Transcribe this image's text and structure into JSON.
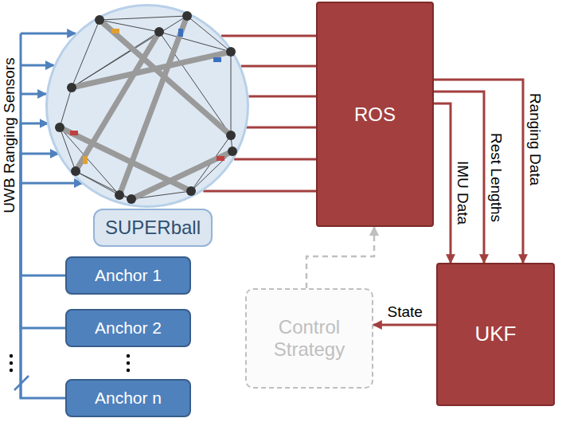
{
  "diagram": {
    "nodes": [
      {
        "text": [
          "SUPERball"
        ]
      },
      {
        "text": [
          "ROS"
        ]
      },
      {
        "text": [
          "Anchor 1"
        ]
      },
      {
        "text": [
          "Anchor 2"
        ]
      },
      {
        "text": [
          "Anchor n"
        ]
      },
      {
        "text": [
          "Control Strategy"
        ]
      },
      {
        "text": [
          "UKF"
        ]
      }
    ],
    "edges": [
      {
        "from": 2,
        "to": 0,
        "arrow": "to"
      },
      {
        "from": 3,
        "to": 0,
        "arrow": "to"
      },
      {
        "from": 4,
        "to": 0,
        "arrow": "to"
      },
      {
        "from": 0,
        "to": 1,
        "arrow": "none"
      },
      {
        "from": 1,
        "to": 6,
        "label": "IMU Data",
        "arrow": "to"
      },
      {
        "from": 1,
        "to": 6,
        "label": "Rest Lengths",
        "arrow": "to"
      },
      {
        "from": 1,
        "to": 6,
        "label": "Ranging Data",
        "arrow": "to"
      },
      {
        "from": 6,
        "to": 5,
        "label": "State",
        "arrow": "to"
      },
      {
        "from": 5,
        "to": 1,
        "arrow": "to"
      }
    ],
    "labels": [
      "UWB Ranging Sensors"
    ]
  }
}
